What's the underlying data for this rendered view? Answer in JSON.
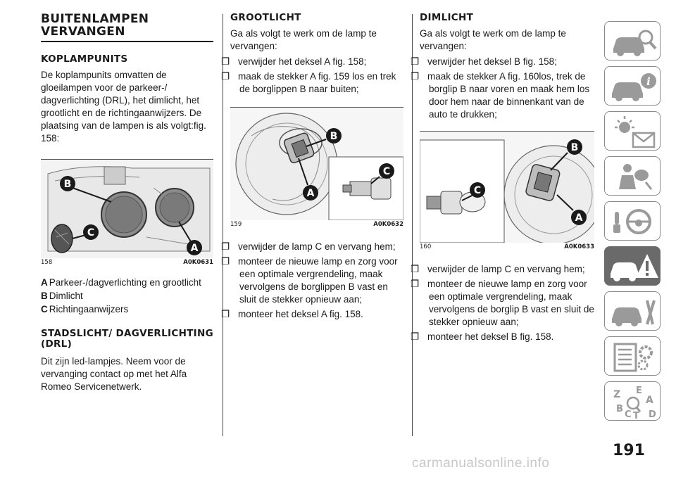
{
  "col1": {
    "title": "BUITENLAMPEN VERVANGEN",
    "sub1": "KOPLAMPUNITS",
    "intro": "De koplampunits omvatten de gloeilampen voor de parkeer-/ dagverlichting (DRL), het dimlicht, het grootlicht en de richtingaanwijzers. De plaatsing van de lampen is als volgt:fig. 158:",
    "fig": {
      "num": "158",
      "code": "A0K0631",
      "labels": [
        "B",
        "C",
        "A"
      ]
    },
    "legend": [
      {
        "key": "A",
        "text": "Parkeer-/dagverlichting en grootlicht"
      },
      {
        "key": "B",
        "text": "Dimlicht"
      },
      {
        "key": "C",
        "text": "Richtingaanwijzers"
      }
    ],
    "sub2": "STADSLICHT/ DAGVERLICHTING (DRL)",
    "sub2_text": "Dit zijn led-lampjes. Neem voor de vervanging contact op met het Alfa Romeo Servicenetwerk."
  },
  "col2": {
    "title": "GROOTLICHT",
    "intro": "Ga als volgt te werk om de lamp te vervangen:",
    "bullets_before": [
      "verwijder het deksel A fig. 158;",
      "maak de stekker A fig. 159 los en trek de borglippen B naar buiten;"
    ],
    "fig": {
      "num": "159",
      "code": "A0K0632",
      "labels": [
        "B",
        "C",
        "A"
      ]
    },
    "bullets_after": [
      "verwijder de lamp C en vervang hem;",
      "monteer de nieuwe lamp en zorg voor een optimale vergrendeling, maak vervolgens de borglippen B vast en sluit de stekker opnieuw aan;",
      "monteer het deksel A fig. 158."
    ]
  },
  "col3": {
    "title": "DIMLICHT",
    "intro": "Ga als volgt te werk om de lamp te vervangen:",
    "bullets_before": [
      "verwijder het deksel B fig. 158;",
      "maak de stekker A fig. 160los, trek de borglip B naar voren en maak hem los door hem naar de binnenkant van de auto te drukken;"
    ],
    "fig": {
      "num": "160",
      "code": "A0K0633",
      "labels": [
        "B",
        "C",
        "A"
      ]
    },
    "bullets_after": [
      "verwijder de lamp C en vervang hem;",
      "monteer de nieuwe lamp en zorg voor een optimale vergrendeling, maak vervolgens de borglip B vast en sluit de stekker opnieuw aan;",
      "monteer het deksel B fig. 158."
    ]
  },
  "bullet_glyph": "❐",
  "sidebar": {
    "tabs": [
      "car-search-icon",
      "car-info-icon",
      "warning-lights-icon",
      "airbag-icon",
      "steering-wheel-icon",
      "car-warning-icon",
      "car-wrench-icon",
      "settings-list-icon",
      "alphabet-index-icon"
    ],
    "active_index": 5,
    "index_letters": [
      "Z",
      "E",
      "A",
      "B",
      "C",
      "T",
      "D"
    ]
  },
  "page_number": "191",
  "watermark": "carmanualsonline.info"
}
